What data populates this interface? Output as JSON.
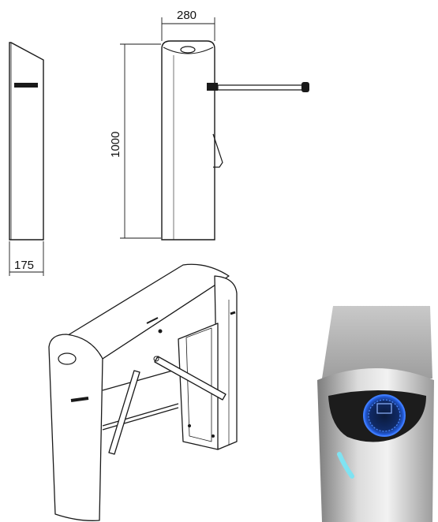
{
  "dimensions": {
    "width_top": "280",
    "height_side": "1000",
    "depth_bottom": "175"
  },
  "colors": {
    "line": "#1a1a1a",
    "steel_light": "#d9d9d9",
    "steel_dark": "#8c8c8c",
    "reader_blue": "#1e5bd8",
    "led_cyan": "#7fe3f2"
  },
  "icons": {
    "card_reader": "card-reader-icon"
  }
}
